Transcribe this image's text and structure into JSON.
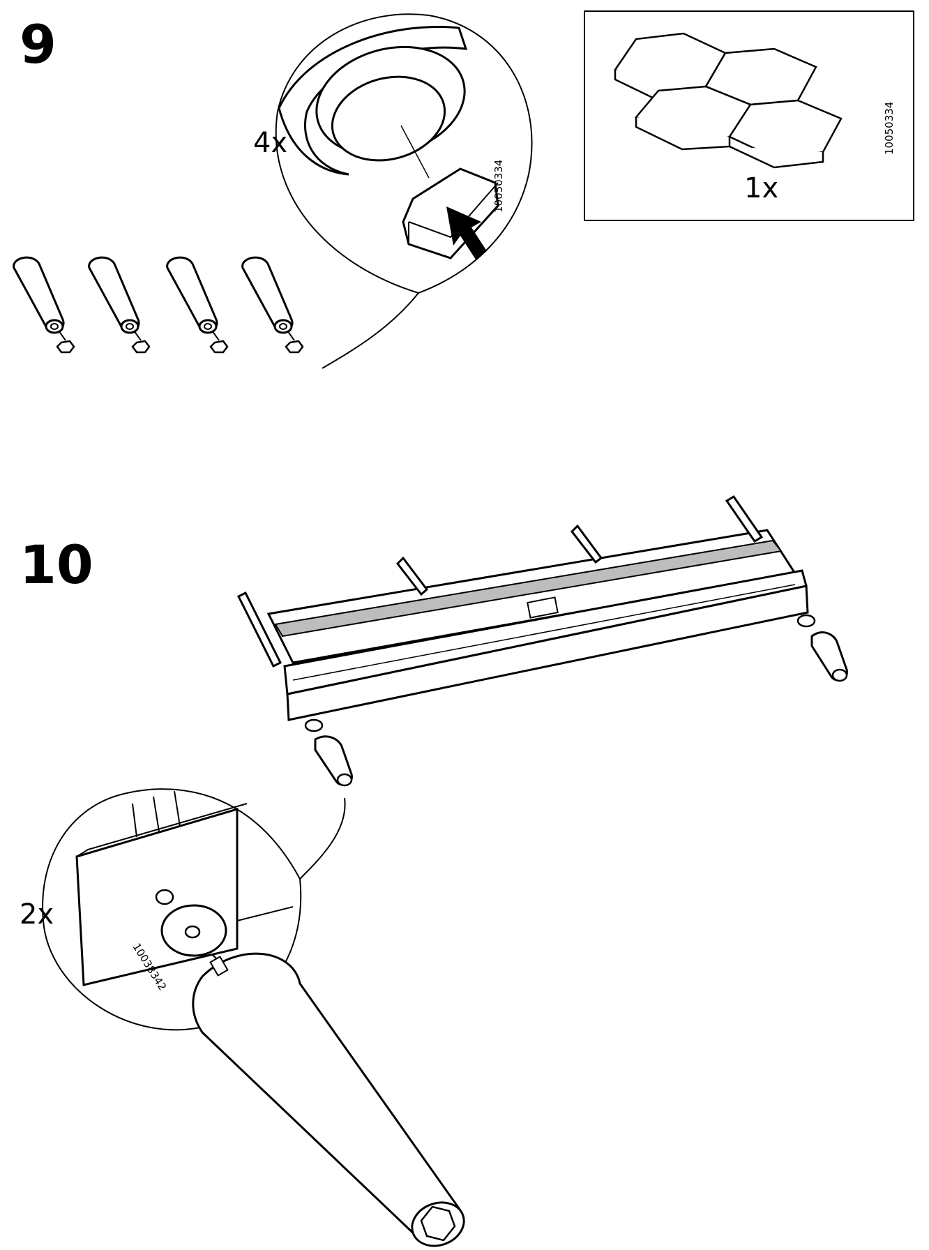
{
  "step9": {
    "number": "9",
    "detail_quantity": "4x",
    "detail_part_number": "10050334",
    "parts_box": {
      "quantity": "1x",
      "part_number": "10050334"
    }
  },
  "step10": {
    "number": "10",
    "detail_quantity": "2x",
    "detail_part_number": "10038342"
  },
  "icons": {
    "hex-pad": "hexagonal felt pad",
    "leg": "tapered leg",
    "arrow": "press arrow",
    "frame": "bench frame"
  },
  "colors": {
    "ink": "#000000",
    "shade": "#bdbdbd",
    "paper": "#ffffff"
  }
}
